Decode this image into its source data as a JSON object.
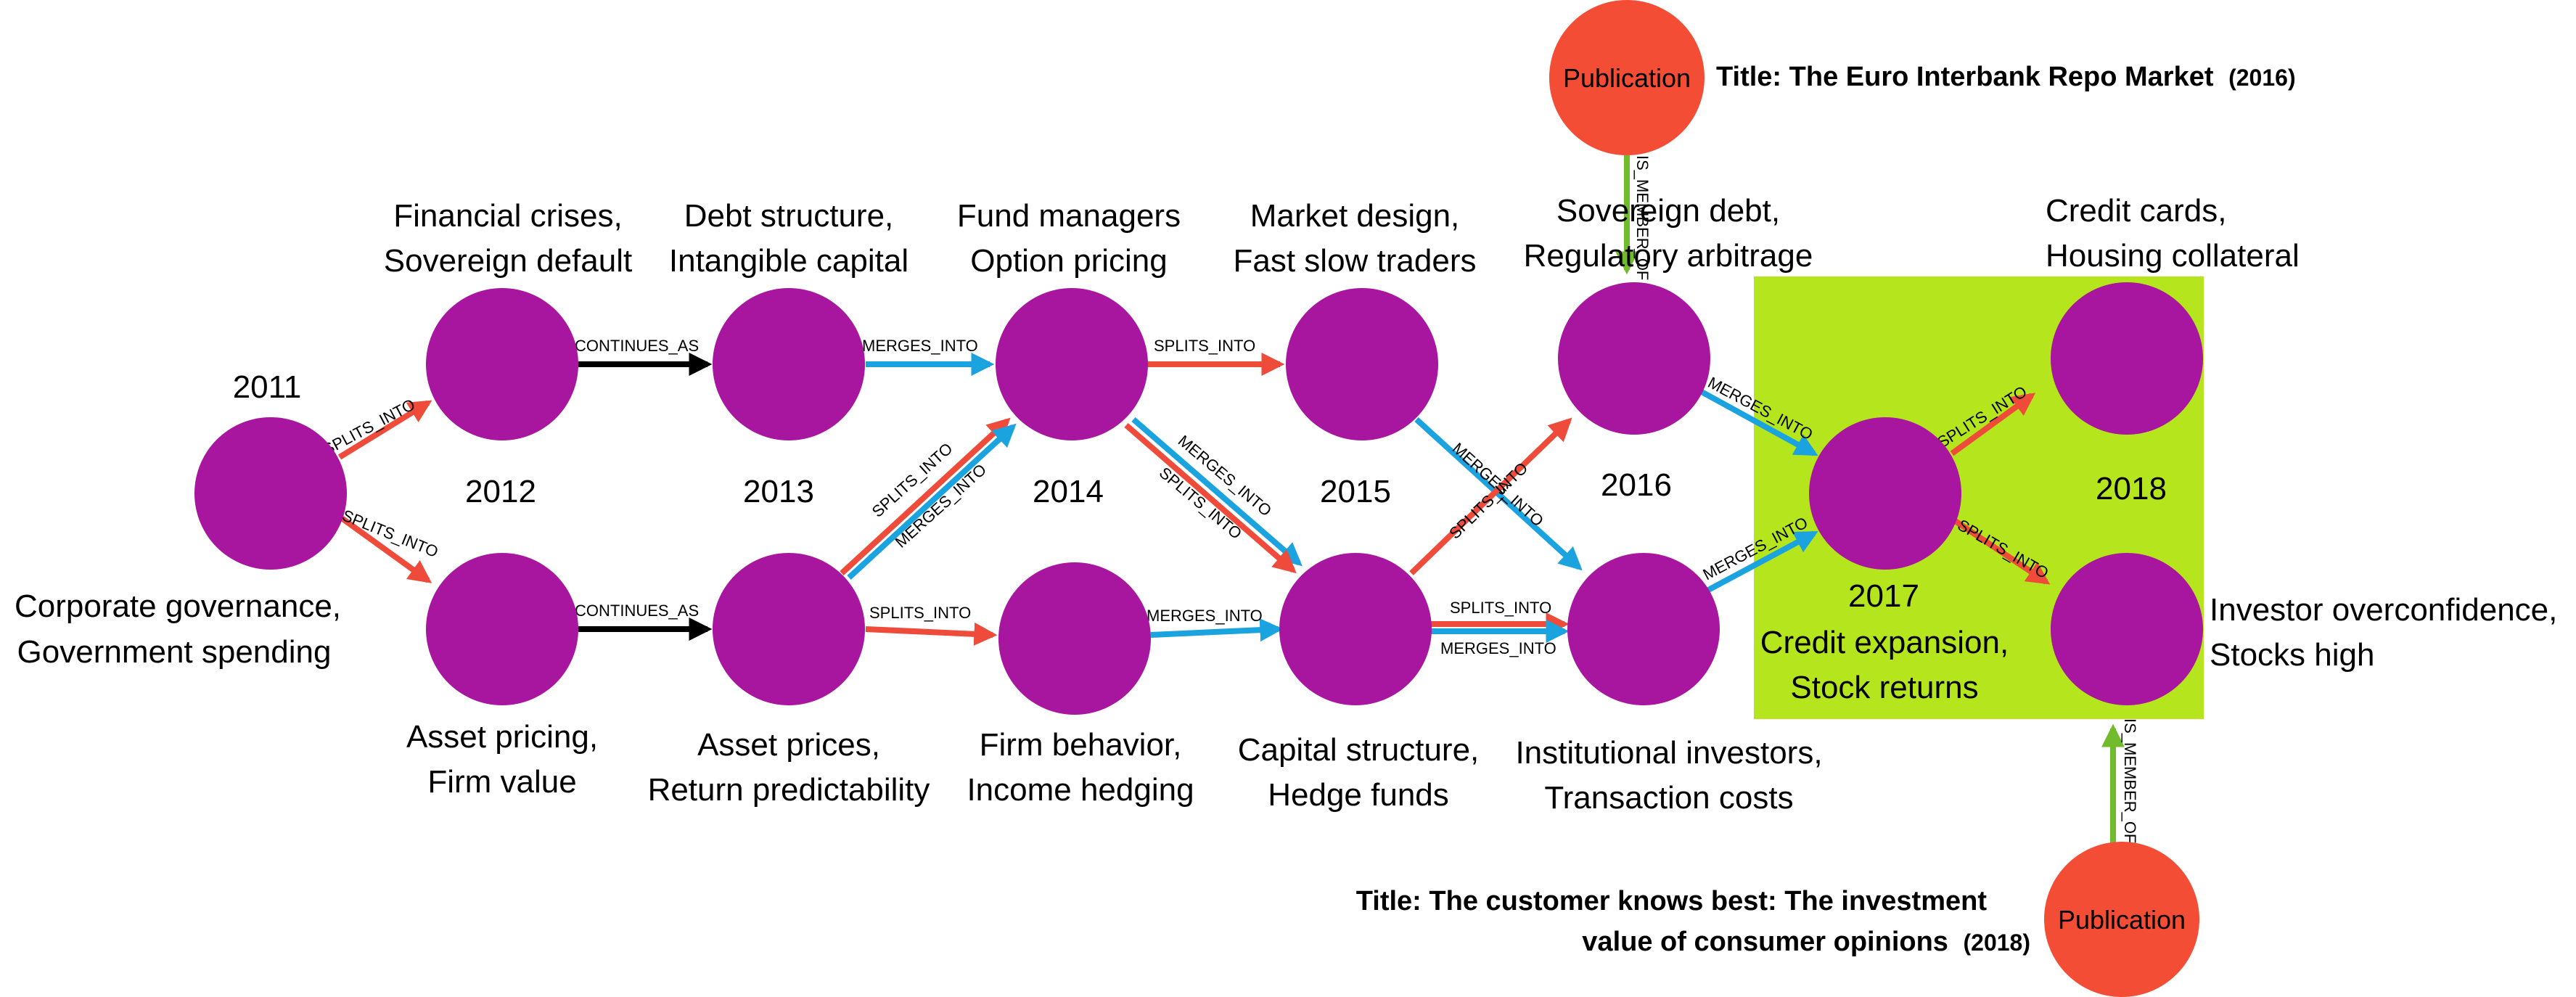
{
  "colors": {
    "topic": "#a8159f",
    "publication": "#f44d36",
    "highlight": "#b5e61d",
    "splits": "#ee4b3a",
    "merges": "#1ba3e0",
    "continues": "#000000",
    "member": "#71bb2c"
  },
  "years": {
    "y2011": "2011",
    "y2012": "2012",
    "y2013": "2013",
    "y2014": "2014",
    "y2015": "2015",
    "y2016": "2016",
    "y2017": "2017",
    "y2018": "2018"
  },
  "topics": {
    "t2011": [
      "Corporate governance,",
      "Government spending"
    ],
    "t2012a": [
      "Financial crises,",
      "Sovereign default"
    ],
    "t2012b": [
      "Asset pricing,",
      "Firm value"
    ],
    "t2013a": [
      "Debt structure,",
      "Intangible capital"
    ],
    "t2013b": [
      "Asset prices,",
      "Return predictability"
    ],
    "t2014a": [
      "Fund managers",
      "Option pricing"
    ],
    "t2014b": [
      "Firm behavior,",
      "Income hedging"
    ],
    "t2015a": [
      "Market design,",
      "Fast slow traders"
    ],
    "t2015b": [
      "Capital structure,",
      "Hedge funds"
    ],
    "t2016a": [
      "Sovereign debt,",
      "Regulatory arbitrage"
    ],
    "t2016b": [
      "Institutional investors,",
      "Transaction costs"
    ],
    "t2017": [
      "Credit expansion,",
      "Stock returns"
    ],
    "t2018a": [
      "Credit cards,",
      "Housing collateral"
    ],
    "t2018b": [
      "Investor overconfidence,",
      "Stocks high"
    ]
  },
  "edge_labels": {
    "splits": "SPLITS_INTO",
    "merges": "MERGES_INTO",
    "continues": "CONTINUES_AS",
    "member": "IS_MEMBER_OF"
  },
  "publications": {
    "node_label": "Publication",
    "pub1_title": "Title: The Euro Interbank Repo Market",
    "pub1_year": "(2016)",
    "pub2_title_line1": "Title: The customer knows best: The investment",
    "pub2_title_line2": "value of consumer opinions",
    "pub2_year": "(2018)"
  }
}
